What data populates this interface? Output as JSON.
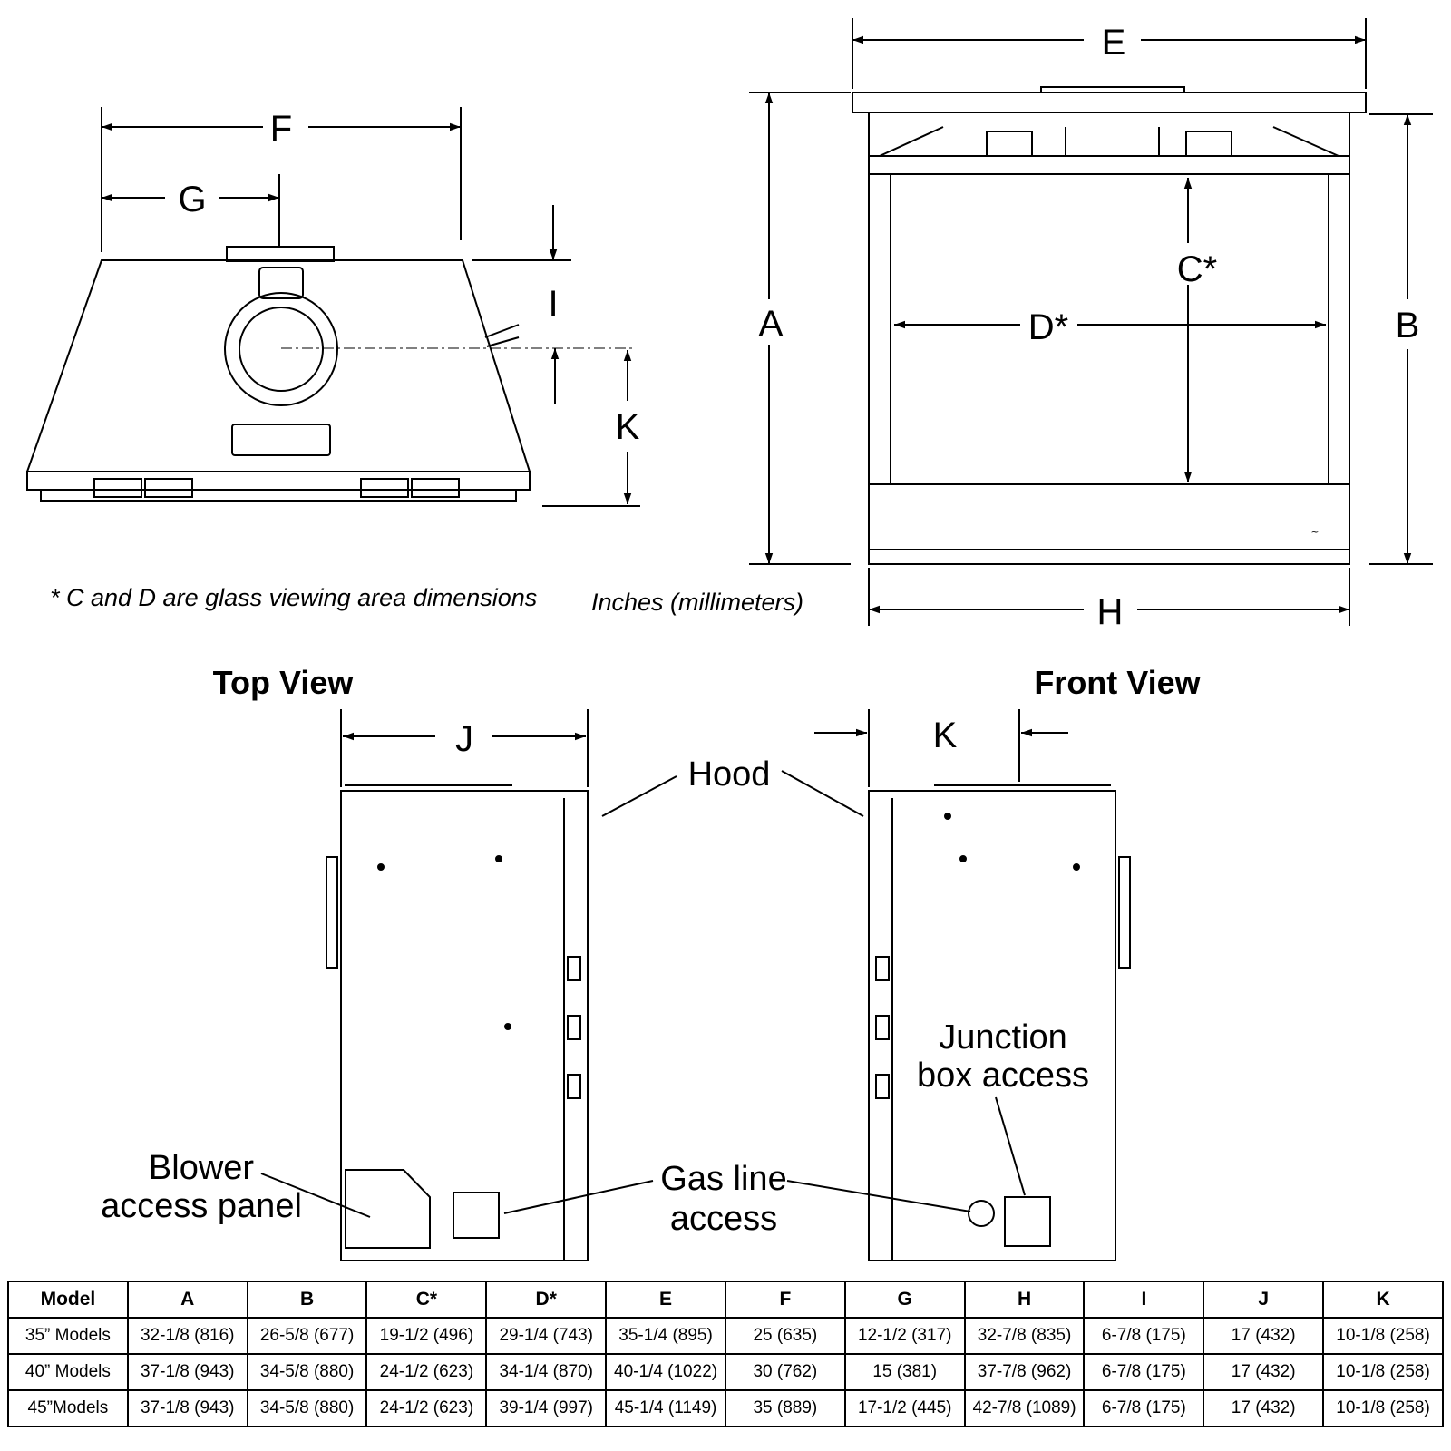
{
  "labels": {
    "A": "A",
    "B": "B",
    "C": "C*",
    "D": "D*",
    "E": "E",
    "F": "F",
    "G": "G",
    "H": "H",
    "I": "I",
    "J": "J",
    "K_top": "K",
    "K_side": "K"
  },
  "notes": {
    "glass": "* C and D are glass viewing area dimensions",
    "units": "Inches (millimeters)"
  },
  "titles": {
    "top_view": "Top View",
    "front_view": "Front View"
  },
  "callouts": {
    "hood": "Hood",
    "junction_1": "Junction",
    "junction_2": "box access",
    "blower_1": "Blower",
    "blower_2": "access panel",
    "gas_1": "Gas line",
    "gas_2": "access"
  },
  "table": {
    "headers": [
      "Model",
      "A",
      "B",
      "C*",
      "D*",
      "E",
      "F",
      "G",
      "H",
      "I",
      "J",
      "K"
    ],
    "rows": [
      [
        "35” Models",
        "32-1/8 (816)",
        "26-5/8 (677)",
        "19-1/2 (496)",
        "29-1/4 (743)",
        "35-1/4 (895)",
        "25 (635)",
        "12-1/2 (317)",
        "32-7/8 (835)",
        "6-7/8 (175)",
        "17 (432)",
        "10-1/8 (258)"
      ],
      [
        "40” Models",
        "37-1/8 (943)",
        "34-5/8 (880)",
        "24-1/2 (623)",
        "34-1/4 (870)",
        "40-1/4 (1022)",
        "30 (762)",
        "15 (381)",
        "37-7/8 (962)",
        "6-7/8 (175)",
        "17 (432)",
        "10-1/8 (258)"
      ],
      [
        "45”Models",
        "37-1/8 (943)",
        "34-5/8 (880)",
        "24-1/2 (623)",
        "39-1/4 (997)",
        "45-1/4 (1149)",
        "35 (889)",
        "17-1/2 (445)",
        "42-7/8 (1089)",
        "6-7/8 (175)",
        "17 (432)",
        "10-1/8 (258)"
      ]
    ]
  }
}
